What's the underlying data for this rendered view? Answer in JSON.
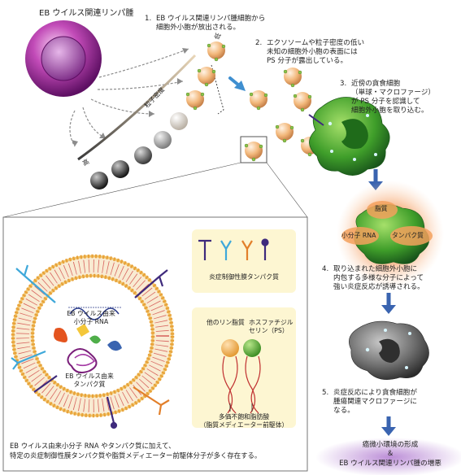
{
  "title": "EB ウイルス関連リンパ腫",
  "steps": [
    {
      "num": "1.",
      "lines": [
        "EB ウイルス関連リンパ腫細胞から",
        "細胞外小胞が放出される。"
      ]
    },
    {
      "num": "2.",
      "lines": [
        "エクソソームや粒子密度の低い",
        "未知の細胞外小胞の表面には",
        "PS 分子が露出している。"
      ]
    },
    {
      "num": "3.",
      "lines": [
        "近傍の貪食細胞",
        "（単球・マクロファージ）",
        "が PS 分子を認識して",
        "細胞外小胞を取り込む。"
      ]
    },
    {
      "num": "4.",
      "lines": [
        "取り込まれた細胞外小胞に",
        "内包する多様な分子によって",
        "強い炎症反応が誘導される。"
      ]
    },
    {
      "num": "5.",
      "lines": [
        "炎症反応により貪食細胞が",
        "腫瘍関連マクロファージに",
        "なる。"
      ]
    }
  ],
  "density_axis": {
    "label": "粒子密度",
    "low": "低",
    "high": "高"
  },
  "blob_labels": {
    "lipid": "脂質",
    "small_rna": "小分子 RNA",
    "protein": "タンパク質"
  },
  "inset": {
    "small_rna": [
      "EB ウイルス由来",
      "小分子 RNA"
    ],
    "protein": [
      "EB ウイルス由来",
      "タンパク質"
    ],
    "membrane_protein_label": "炎症制御性膜タンパク質",
    "other_lipid": "他のリン脂質",
    "ps": [
      "ホスファチジル",
      "セリン（PS）"
    ],
    "pufa": [
      "多価不飽和脂肪酸",
      "（脂質メディエーター前駆体）"
    ],
    "caption": [
      "EB ウイルス由来小分子 RNA やタンパク質に加えて、",
      "特定の炎症制御性膜タンパク質や脂質メディエーター前駆体分子が多く存在する。"
    ]
  },
  "final_outcomes": [
    "癌微小環境の形成",
    "＆",
    "EB ウイルス関連リンパ腫の増悪"
  ],
  "colors": {
    "arrow": "#3a64b0",
    "vesicle": "#f2b77a",
    "ps_dot": "#8bc34a",
    "macrophage": "#3f9e2a",
    "tam": "#6e6e6e",
    "inflammation": "#f07a3a",
    "membrane": "#e8a23a",
    "lipid_head": "#f4c46a",
    "outcome_glow": "#b07ad0",
    "membrane_protein": "#3e2a7c",
    "inset_panel": "#fdf6d2"
  }
}
